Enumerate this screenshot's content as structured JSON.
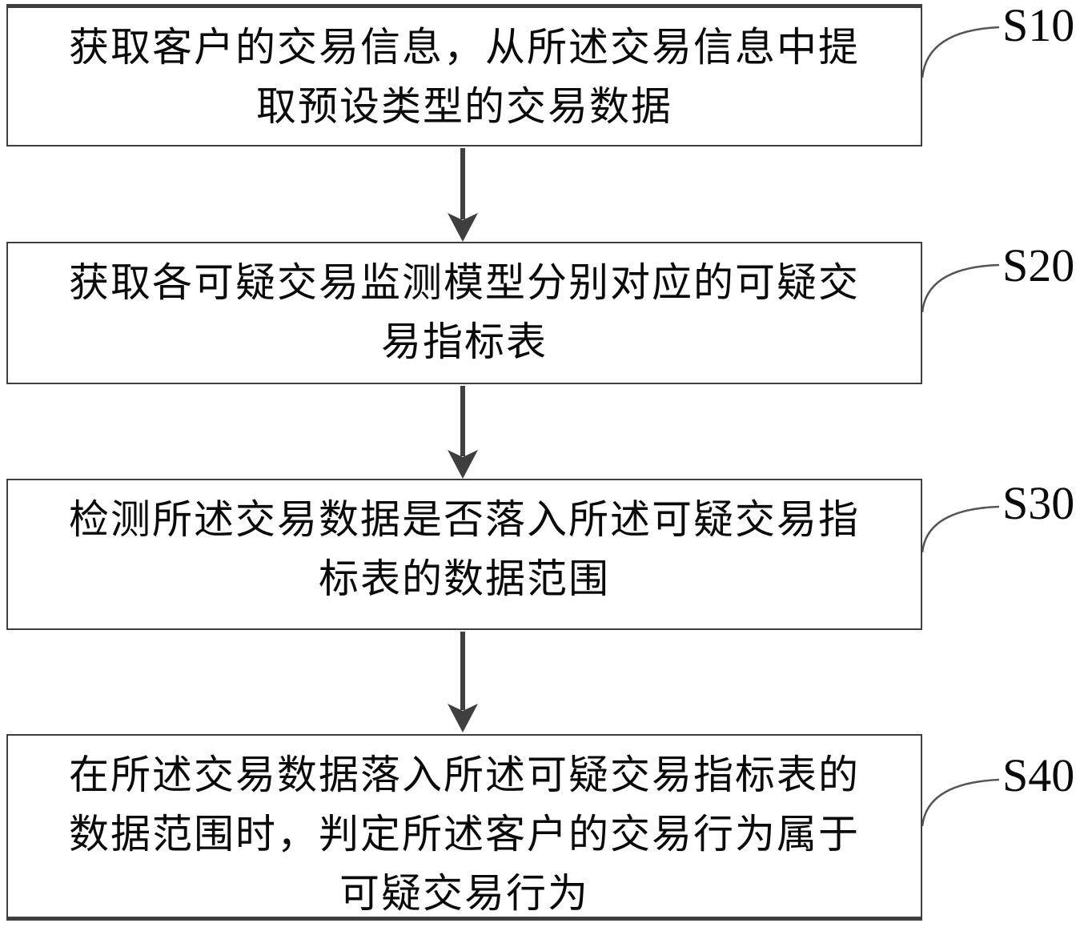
{
  "figure": {
    "type": "flowchart",
    "background_color": "#ffffff",
    "line_color": "#3f3f3f",
    "leader_line_color": "#555555",
    "text_color": "#0a0a0a"
  },
  "steps": [
    {
      "label": "S10",
      "lines": [
        "获取客户的交易信息，从所述交易信息中提",
        "取预设类型的交易数据"
      ],
      "full_text": "获取客户的交易信息，从所述交易信息中提取预设类型的交易数据"
    },
    {
      "label": "S20",
      "lines": [
        "获取各可疑交易监测模型分别对应的可疑交",
        "易指标表"
      ],
      "full_text": "获取各可疑交易监测模型分别对应的可疑交易指标表"
    },
    {
      "label": "S30",
      "lines": [
        "检测所述交易数据是否落入所述可疑交易指",
        "标表的数据范围"
      ],
      "full_text": "检测所述交易数据是否落入所述可疑交易指标表的数据范围"
    },
    {
      "label": "S40",
      "lines": [
        "在所述交易数据落入所述可疑交易指标表的",
        "数据范围时，判定所述客户的交易行为属于",
        "可疑交易行为"
      ],
      "full_text": "在所述交易数据落入所述可疑交易指标表的数据范围时，判定所述客户的交易行为属于可疑交易行为"
    }
  ]
}
